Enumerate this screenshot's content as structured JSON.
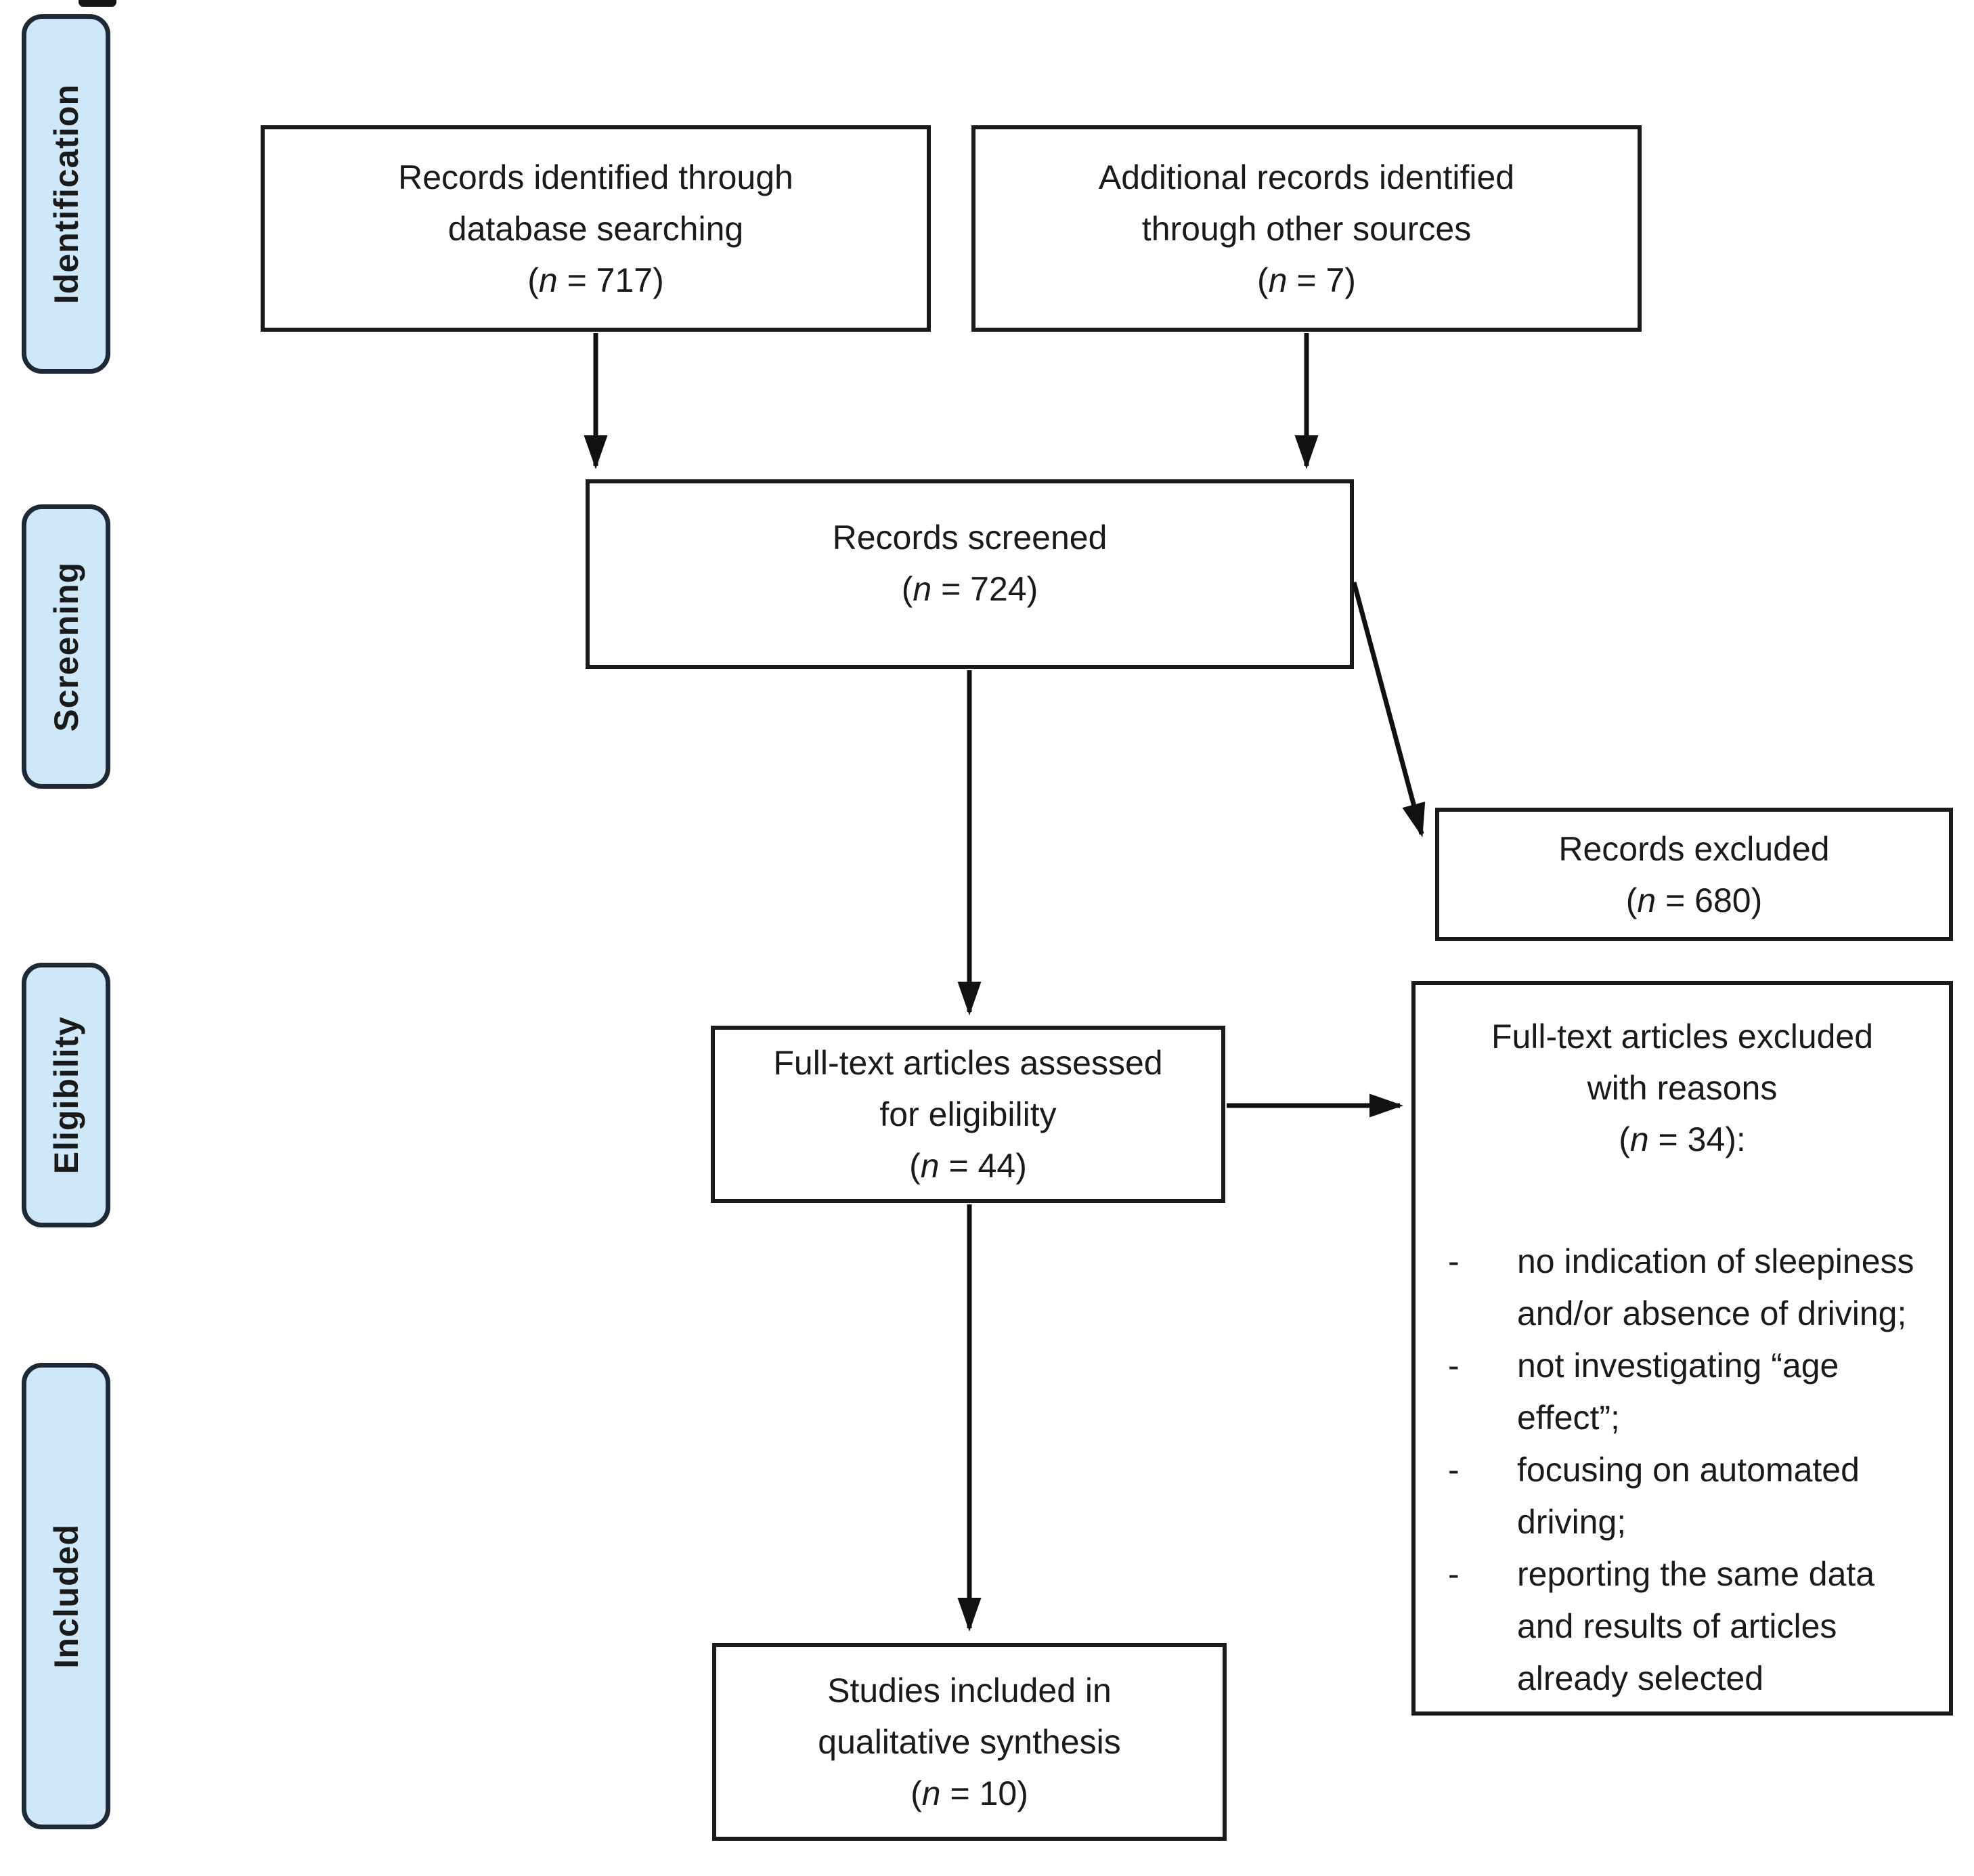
{
  "sidebar": {
    "items": [
      {
        "label": "Identification"
      },
      {
        "label": "Screening"
      },
      {
        "label": "Eligibility"
      },
      {
        "label": "Included"
      }
    ]
  },
  "boxes": {
    "identified": {
      "line1": "Records identified through",
      "line2": "database searching",
      "count_open": "(",
      "count_var": "n",
      "count_rest": " = 717)"
    },
    "additional": {
      "line1": "Additional records identified",
      "line2": "through other sources",
      "count_open": "(",
      "count_var": "n",
      "count_rest": " = 7)"
    },
    "screened": {
      "line1": "Records screened",
      "count_open": "(",
      "count_var": "n",
      "count_rest": " = 724)"
    },
    "excluded": {
      "line1": "Records excluded",
      "count_open": "(",
      "count_var": "n",
      "count_rest": " = 680)"
    },
    "fulltext": {
      "line1": "Full-text articles assessed",
      "line2": "for eligibility",
      "count_open": "(",
      "count_var": "n",
      "count_rest": " = 44)"
    },
    "reasons": {
      "line1": "Full-text articles excluded",
      "line2": "with reasons",
      "count_open": "(",
      "count_var": "n",
      "count_rest": " = 34):",
      "dash": "-",
      "items": [
        "no indication of sleepiness and/or absence of driving;",
        "not investigating “age effect”;",
        "focusing on automated driving;",
        "reporting the same data and results of articles already selected"
      ]
    },
    "studies": {
      "line1": "Studies included in",
      "line2": "qualitative synthesis",
      "count_open": "(",
      "count_var": "n",
      "count_rest": " = 10)"
    }
  },
  "colors": {
    "sidebar_fill": "#cfe8f9",
    "sidebar_border": "#1d2936",
    "box_border": "#1b1b1b",
    "line_color": "#111111",
    "text_color": "#1a1a1a"
  }
}
